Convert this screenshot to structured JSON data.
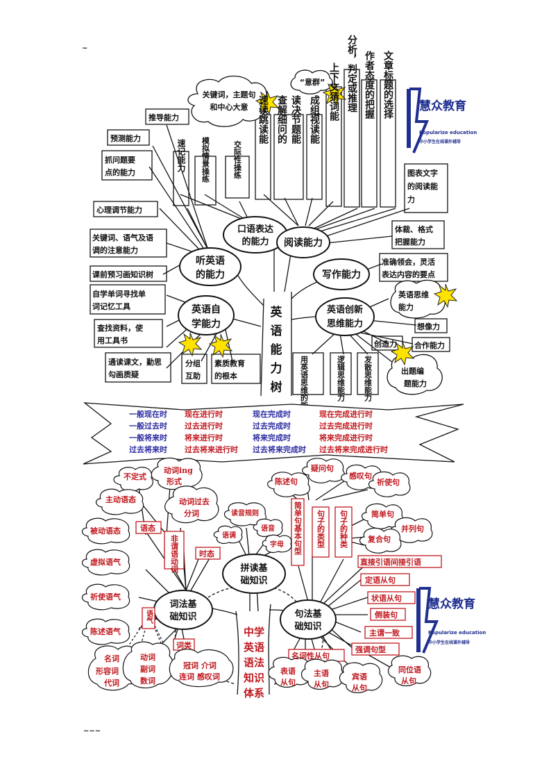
{
  "top_mark": "~",
  "bottom_mark": "~~~",
  "tree1": {
    "trunk": [
      "英",
      "语",
      "能",
      "力",
      "树"
    ],
    "main": {
      "kouyu": [
        "口语表达",
        "的能力"
      ],
      "yuedu": "阅读能力",
      "tingli": [
        "听英语",
        "的能力"
      ],
      "xiezuo": "写作能力",
      "zixue": [
        "英语自",
        "学能力"
      ],
      "chuangxin": [
        "英语创新",
        "思维能力"
      ]
    },
    "boxes_left": {
      "tuidao": "推导能力",
      "yuce": "预测能力",
      "zhuawen": [
        "抓问题要",
        "点的能力"
      ],
      "xinli": "心理调节能力",
      "guanjianci": [
        "关键词、语气及语",
        "调的注意能力"
      ],
      "yuxi": "课前预习画知识树",
      "zixue_dan": [
        "自学单词寻找单",
        "词记忆工具"
      ],
      "chazhao": [
        "查找资料，使",
        "用工具书"
      ],
      "tongdu": [
        "通读课文，勤思",
        "勾画质疑"
      ],
      "fenzu": [
        "分组",
        "互助"
      ],
      "suzhi": [
        "素质教育",
        "的根本"
      ]
    },
    "boxes_vert": {
      "suji": "速记能力",
      "moni": "模拟情景操练",
      "jiaoji": "交际性操练",
      "sudu": "速读跳读能",
      "chadu": "查解细问的",
      "dujue": "读决节题能",
      "chengzu": "成组视读能",
      "shangxia": "上下文猜词能",
      "fenxi": "分析，判定或推理",
      "zuozhe": "作者态度的把握",
      "wenzhang": "文章标题的选择"
    },
    "boxes_right": {
      "tubiao": [
        "图表文字",
        "的阅读能",
        "力"
      ],
      "ticai": [
        "体裁、格式",
        "把握能力"
      ],
      "zhunque": [
        "准确领会，灵活",
        "表达内容的要点"
      ],
      "siwei": [
        "英语思维",
        "能力"
      ],
      "xiangxiang": "想像力",
      "chuangzao": "创造力",
      "hezuo": "合作能力",
      "yong": "用英语思维的能力",
      "luoji": "逻辑思维能力",
      "fasan": "发散思维能力",
      "chuti": [
        "出题编",
        "题能力"
      ]
    },
    "clouds": {
      "guanjian": [
        "关键词，主题句",
        "和中心大意"
      ],
      "yiqun": "“意群”"
    }
  },
  "tense_rows": [
    {
      "c1": "一般现在时",
      "c2": "现在进行时",
      "c3": "现在完成时",
      "c4": "现在完成进行时"
    },
    {
      "c1": "一般过去时",
      "c2": "过去进行时",
      "c3": "过去完成时",
      "c4": "过去完成进行时"
    },
    {
      "c1": "一般将来时",
      "c2": "将来进行时",
      "c3": "将来完成时",
      "c4": "将来完成进行时"
    },
    {
      "c1": "过去将来时",
      "c2": "过去将来进行时",
      "c3": "过去将来完成时",
      "c4": "过去将来完成进行时"
    }
  ],
  "tree2": {
    "trunk": [
      "中学",
      "英语",
      "语法",
      "知识",
      "体系"
    ],
    "main": {
      "cifa": [
        "词法基",
        "础知识"
      ],
      "pindu": [
        "拼读基",
        "础知识"
      ],
      "jufa": [
        "句法基",
        "础知识"
      ]
    },
    "left": {
      "budingshi": "不定式",
      "dongci_ing": [
        "动词ing",
        "形式"
      ],
      "zhudong": "主动语态",
      "dongci_guoqu": [
        "动词过去",
        "分词"
      ],
      "yutai": "语态",
      "feiwei": "非谓语动词",
      "beidong": "被动语态",
      "shitai": "时态",
      "xuni": "虚拟语气",
      "qishi": "祈使语气",
      "chenshu_qi": "陈述语气",
      "yuqi": "语气",
      "cilei": "词类",
      "mingci": [
        "名词",
        "形容词",
        "代词"
      ],
      "dongci": [
        "动词",
        "副词",
        "数词"
      ],
      "guanci": [
        "冠词 介词",
        "连词 感叹词"
      ]
    },
    "middle": {
      "fayin": "读音规则",
      "yudiao": "语调",
      "yuyin": "语音",
      "zimu": "字母"
    },
    "right": {
      "chenshu": "陈述句",
      "yiwen": "疑问句",
      "gantan": "感叹句",
      "qishi": "祈使句",
      "jiandan_ji": "简单句基本句型",
      "juzi_lx": "句子的类型",
      "juzi_zl": "句子的种类",
      "jiandan": "简单句",
      "binglie": "并列句",
      "fuhe": "复合句",
      "zhijie": "直接引语间接引语",
      "dingyu": "定语从句",
      "zhuangyu": "状语从句",
      "daozhuang": "倒装句",
      "zhuwei": "主谓一致",
      "qiangdiao": "强调句型",
      "mingci_cj": "名词性从句",
      "biaoyu": [
        "表语",
        "从句"
      ],
      "zhuyu": [
        "主语",
        "从句"
      ],
      "binyu": [
        "宾语",
        "从句"
      ],
      "tongwei": [
        "同位语",
        "从句"
      ]
    }
  },
  "logo": {
    "name": "慧众教育",
    "en": "Popularize education",
    "sub": "中小学生在线课外辅导"
  },
  "colors": {
    "red": "#c0181e",
    "blue": "#2a2aa0",
    "logo_blue": "#1f2f8f",
    "star": "#ffe200"
  }
}
